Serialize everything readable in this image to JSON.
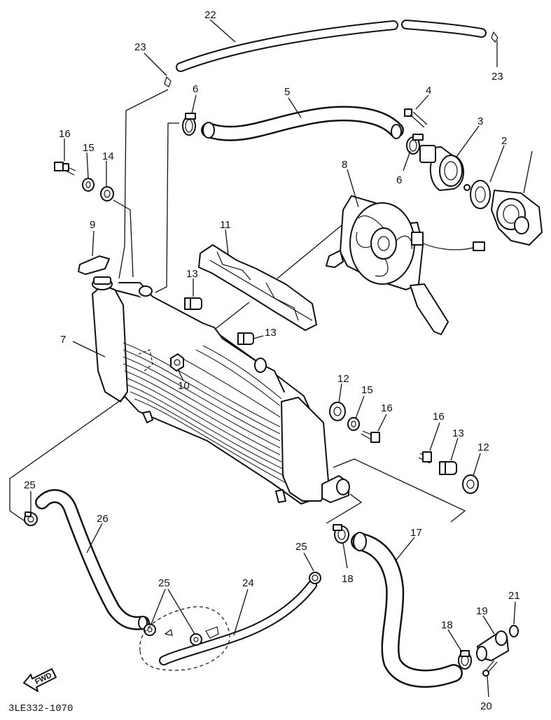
{
  "callouts": {
    "c22": "22",
    "c23a": "23",
    "c23b": "23",
    "c6a": "6",
    "c5": "5",
    "c4": "4",
    "c3": "3",
    "c2": "2",
    "c16a": "16",
    "c15a": "15",
    "c14": "14",
    "c6b": "6",
    "c8": "8",
    "c9": "9",
    "c11": "11",
    "c13a": "13",
    "c13b": "13",
    "c7": "7",
    "c10": "10",
    "c12a": "12",
    "c15b": "15",
    "c16b": "16",
    "c16c": "16",
    "c13c": "13",
    "c12b": "12",
    "c25a": "25",
    "c26": "26",
    "c17": "17",
    "c25b": "25",
    "c18a": "18",
    "c25c": "25",
    "c24": "24",
    "c18b": "18",
    "c19": "19",
    "c21": "21",
    "c20": "20"
  },
  "fwd_label": "FWD",
  "diagram_code": "3LE332-1070"
}
